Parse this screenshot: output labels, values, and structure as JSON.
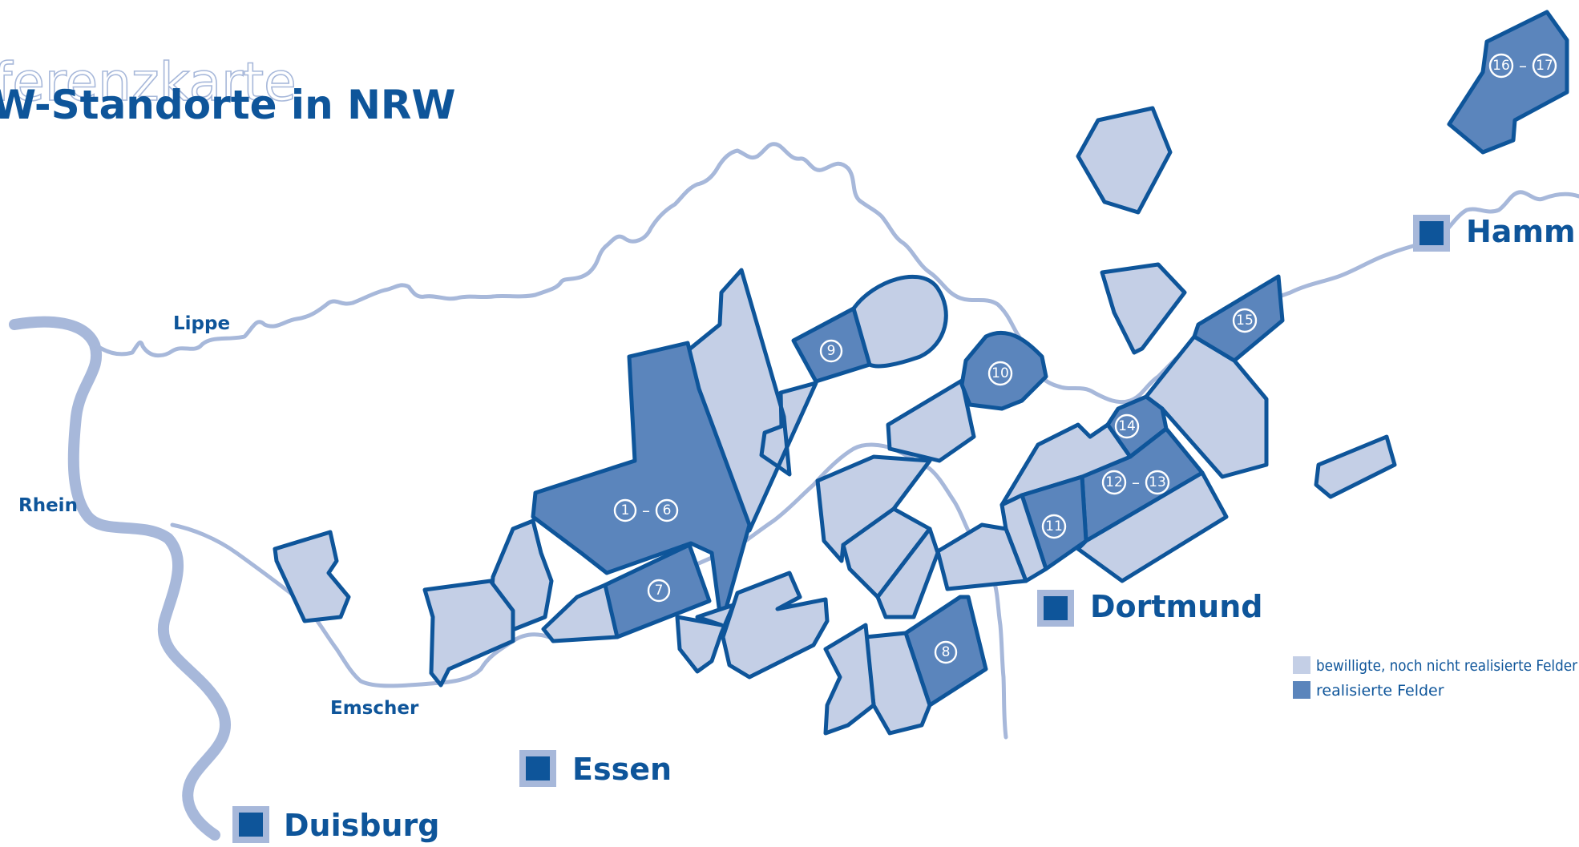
{
  "title": {
    "background_text": "ferenzkarte",
    "main_text": "W-Standorte in NRW"
  },
  "rivers": {
    "lippe": "Lippe",
    "rhein": "Rhein",
    "emscher": "Emscher"
  },
  "cities": {
    "duisburg": "Duisburg",
    "essen": "Essen",
    "dortmund": "Dortmund",
    "hamm": "Hamm"
  },
  "field_labels": {
    "f1": "1",
    "f6": "6",
    "f7": "7",
    "f8": "8",
    "f9": "9",
    "f10": "10",
    "f11": "11",
    "f12": "12",
    "f13": "13",
    "f14": "14",
    "f15": "15",
    "f16": "16",
    "f17": "17",
    "dash": "–"
  },
  "legend": {
    "approved_label": "bewilligte, noch nicht realisierte Felder",
    "realized_label": "realisierte Felder",
    "approved_color": "#c4cfe6",
    "realized_color": "#5b85bc"
  },
  "colors": {
    "brand_dark": "#0e559a",
    "river": "#a7b8da"
  }
}
